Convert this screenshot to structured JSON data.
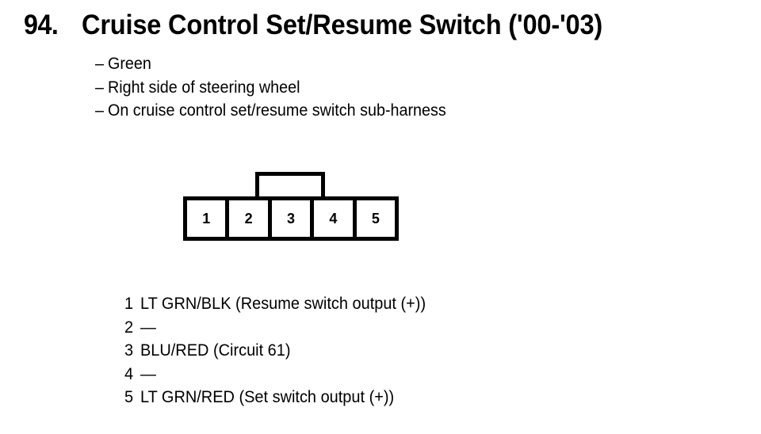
{
  "header": {
    "number": "94.",
    "title": "Cruise Control Set/Resume Switch ('00-'03)"
  },
  "details": {
    "dash": "–",
    "items": [
      {
        "label": "Green"
      },
      {
        "label": "Right side of steering wheel"
      },
      {
        "label": "On cruise control set/resume switch sub-harness"
      }
    ]
  },
  "connector": {
    "pins": [
      {
        "number": "1"
      },
      {
        "number": "2"
      },
      {
        "number": "3"
      },
      {
        "number": "4"
      },
      {
        "number": "5"
      }
    ]
  },
  "pinout": {
    "rows": [
      {
        "number": "1",
        "description": "LT GRN/BLK (Resume switch output (+))"
      },
      {
        "number": "2",
        "description": "—"
      },
      {
        "number": "3",
        "description": "BLU/RED (Circuit 61)"
      },
      {
        "number": "4",
        "description": "—"
      },
      {
        "number": "5",
        "description": "LT GRN/RED (Set switch output (+))"
      }
    ]
  },
  "colors": {
    "background": "#ffffff",
    "ink": "#000000"
  }
}
